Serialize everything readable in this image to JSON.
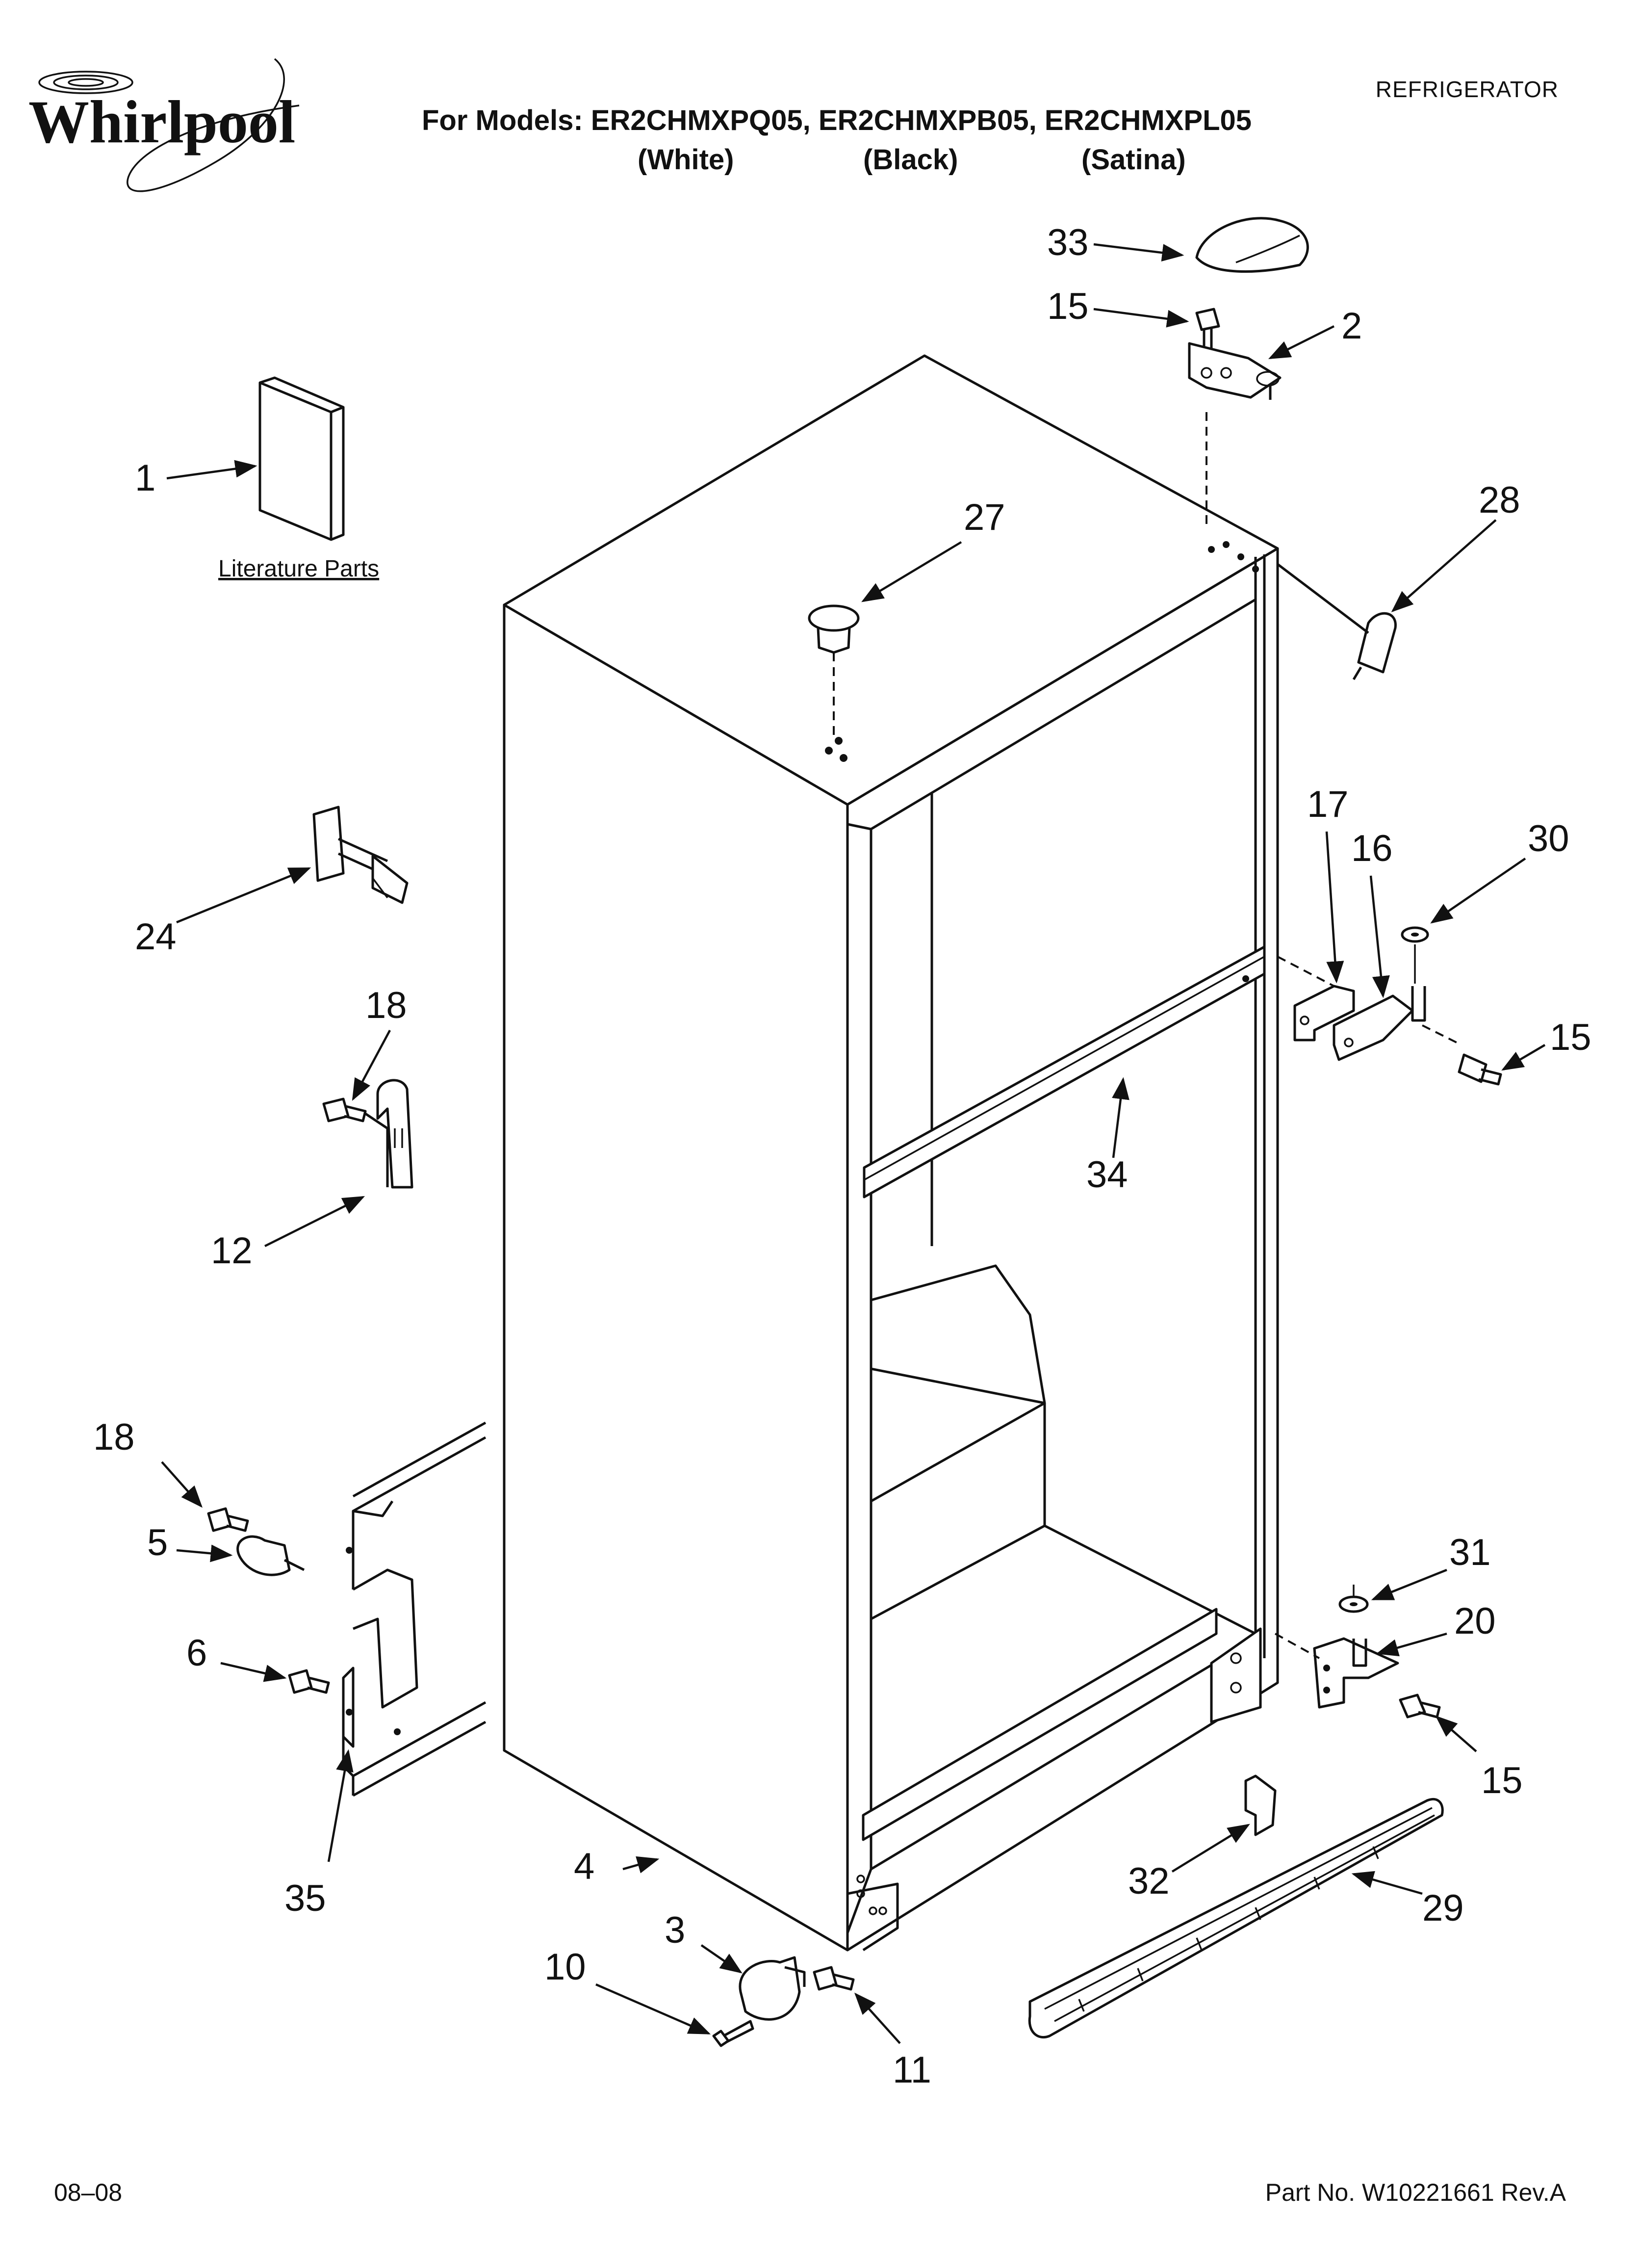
{
  "header": {
    "brand": "Whirlpool",
    "category": "REFRIGERATOR",
    "models_line": "For Models: ER2CHMXPQ05, ER2CHMXPB05, ER2CHMXPL05",
    "variants": [
      "(White)",
      "(Black)",
      "(Satina)"
    ]
  },
  "diagram": {
    "literature_label": "Literature Parts",
    "callouts": [
      {
        "id": "c33",
        "text": "33"
      },
      {
        "id": "c15a",
        "text": "15"
      },
      {
        "id": "c2",
        "text": "2"
      },
      {
        "id": "c1",
        "text": "1"
      },
      {
        "id": "c27",
        "text": "27"
      },
      {
        "id": "c28",
        "text": "28"
      },
      {
        "id": "c17",
        "text": "17"
      },
      {
        "id": "c16",
        "text": "16"
      },
      {
        "id": "c30",
        "text": "30"
      },
      {
        "id": "c24",
        "text": "24"
      },
      {
        "id": "c15b",
        "text": "15"
      },
      {
        "id": "c18a",
        "text": "18"
      },
      {
        "id": "c34",
        "text": "34"
      },
      {
        "id": "c12",
        "text": "12"
      },
      {
        "id": "c18b",
        "text": "18"
      },
      {
        "id": "c5",
        "text": "5"
      },
      {
        "id": "c31",
        "text": "31"
      },
      {
        "id": "c20",
        "text": "20"
      },
      {
        "id": "c6",
        "text": "6"
      },
      {
        "id": "c15c",
        "text": "15"
      },
      {
        "id": "c32",
        "text": "32"
      },
      {
        "id": "c4",
        "text": "4"
      },
      {
        "id": "c29",
        "text": "29"
      },
      {
        "id": "c35",
        "text": "35"
      },
      {
        "id": "c3",
        "text": "3"
      },
      {
        "id": "c10",
        "text": "10"
      },
      {
        "id": "c11",
        "text": "11"
      }
    ]
  },
  "footer": {
    "date": "08–08",
    "part_number": "Part No. W10221661 Rev.A"
  }
}
